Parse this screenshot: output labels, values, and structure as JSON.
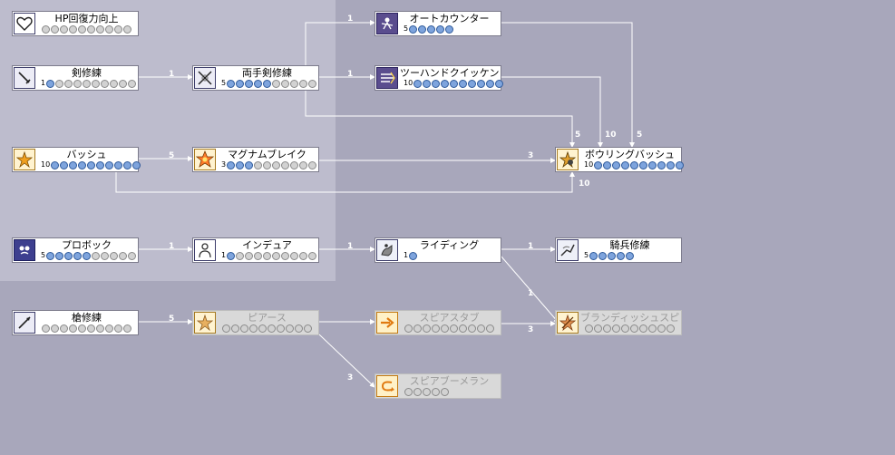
{
  "tree": {
    "skills": [
      {
        "name": "HP回復力向上",
        "current": "",
        "max": 10,
        "learned": 0,
        "icon": "heart-icon",
        "locked": false
      },
      {
        "name": "剣修練",
        "current": "1",
        "max": 10,
        "learned": 1,
        "icon": "sword-icon",
        "locked": false
      },
      {
        "name": "両手剣修練",
        "current": "5",
        "max": 10,
        "learned": 5,
        "icon": "crossed-swords-icon",
        "locked": false
      },
      {
        "name": "オートカウンター",
        "current": "5",
        "max": 5,
        "learned": 5,
        "icon": "counter-icon",
        "locked": false
      },
      {
        "name": "ツーハンドクイッケン",
        "current": "10",
        "max": 10,
        "learned": 10,
        "icon": "haste-icon",
        "locked": false
      },
      {
        "name": "バッシュ",
        "current": "10",
        "max": 10,
        "learned": 10,
        "icon": "bash-icon",
        "locked": false
      },
      {
        "name": "マグナムブレイク",
        "current": "3",
        "max": 10,
        "learned": 3,
        "icon": "magnum-break-icon",
        "locked": false
      },
      {
        "name": "ボウリングバッシュ",
        "current": "10",
        "max": 10,
        "learned": 10,
        "icon": "bowling-bash-icon",
        "locked": false
      },
      {
        "name": "プロボック",
        "current": "5",
        "max": 10,
        "learned": 5,
        "icon": "provoke-icon",
        "locked": false
      },
      {
        "name": "インデュア",
        "current": "1",
        "max": 10,
        "learned": 1,
        "icon": "endure-icon",
        "locked": false
      },
      {
        "name": "ライディング",
        "current": "1",
        "max": 1,
        "learned": 1,
        "icon": "riding-icon",
        "locked": false
      },
      {
        "name": "騎兵修練",
        "current": "5",
        "max": 5,
        "learned": 5,
        "icon": "cavalry-icon",
        "locked": false
      },
      {
        "name": "槍修練",
        "current": "",
        "max": 10,
        "learned": 0,
        "icon": "spear-icon",
        "locked": false
      },
      {
        "name": "ピアース",
        "current": "",
        "max": 10,
        "learned": 0,
        "icon": "pierce-icon",
        "locked": true
      },
      {
        "name": "スピアスタブ",
        "current": "",
        "max": 10,
        "learned": 0,
        "icon": "spear-stab-icon",
        "locked": true
      },
      {
        "name": "ブランディッシュスピア",
        "current": "",
        "max": 10,
        "learned": 0,
        "icon": "brandish-spear-icon",
        "locked": true
      },
      {
        "name": "スピアブーメラン",
        "current": "",
        "max": 5,
        "learned": 0,
        "icon": "spear-boomerang-icon",
        "locked": true
      }
    ],
    "requirements": [
      "1",
      "1",
      "1",
      "5",
      "3",
      "10",
      "10",
      "5",
      "5",
      "1",
      "1",
      "1",
      "1",
      "5",
      "3",
      "3"
    ]
  }
}
